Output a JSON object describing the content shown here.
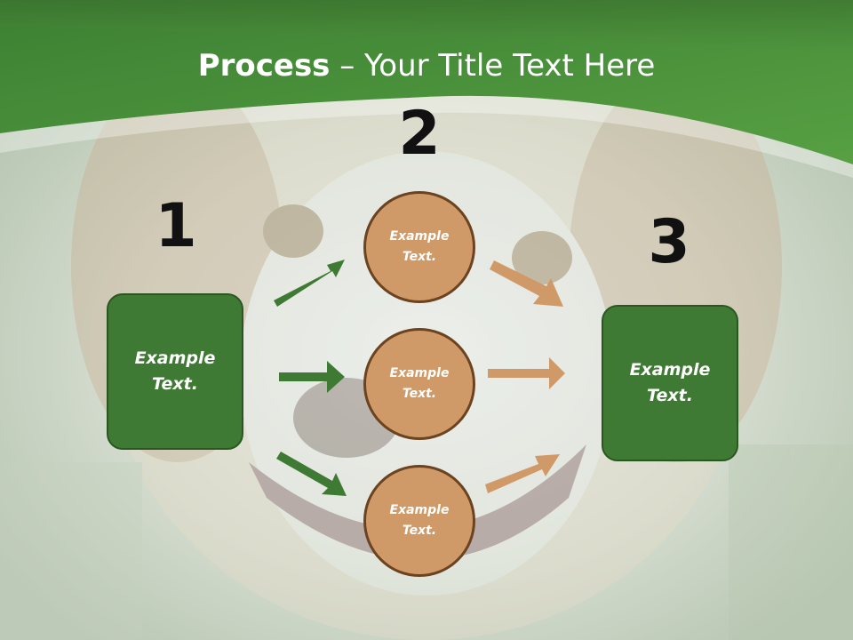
{
  "title": {
    "bold": "Process",
    "rest": " – Your Title Text Here"
  },
  "steps": [
    {
      "number": "1",
      "text": "Example\nText."
    },
    {
      "number": "2",
      "text": ""
    },
    {
      "number": "3",
      "text": "Example\nText."
    }
  ],
  "circles": [
    {
      "text": "Example\nText."
    },
    {
      "text": "Example\nText."
    },
    {
      "text": "Example\nText."
    }
  ],
  "colors": {
    "header_green": "#3f8a33",
    "box_green": "#3f7a34",
    "circle_fill": "#d09a68",
    "circle_border": "#6b4321",
    "arrow_green": "#3f7a34",
    "arrow_tan": "#d09a68"
  }
}
